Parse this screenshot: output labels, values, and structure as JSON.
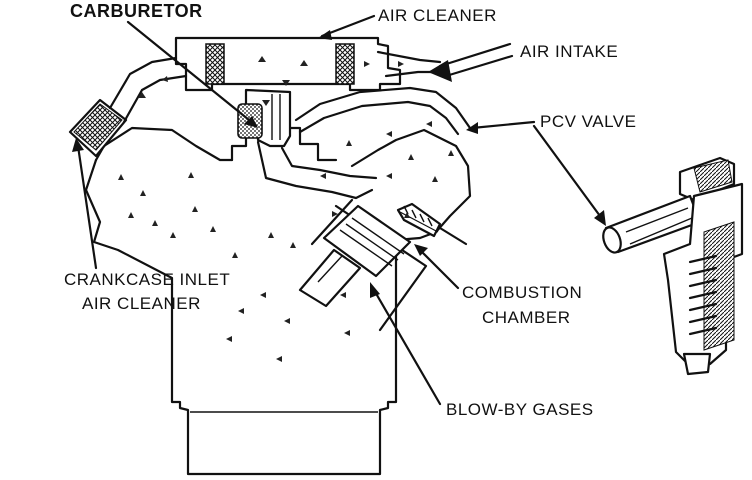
{
  "labels": {
    "carburetor": "CARBURETOR",
    "air_cleaner": "AIR CLEANER",
    "air_intake": "AIR INTAKE",
    "pcv_valve": "PCV VALVE",
    "crankcase_inlet_1": "CRANKCASE INLET",
    "crankcase_inlet_2": "AIR CLEANER",
    "combustion_1": "COMBUSTION",
    "combustion_2": "CHAMBER",
    "blowby": "BLOW-BY GASES"
  }
}
